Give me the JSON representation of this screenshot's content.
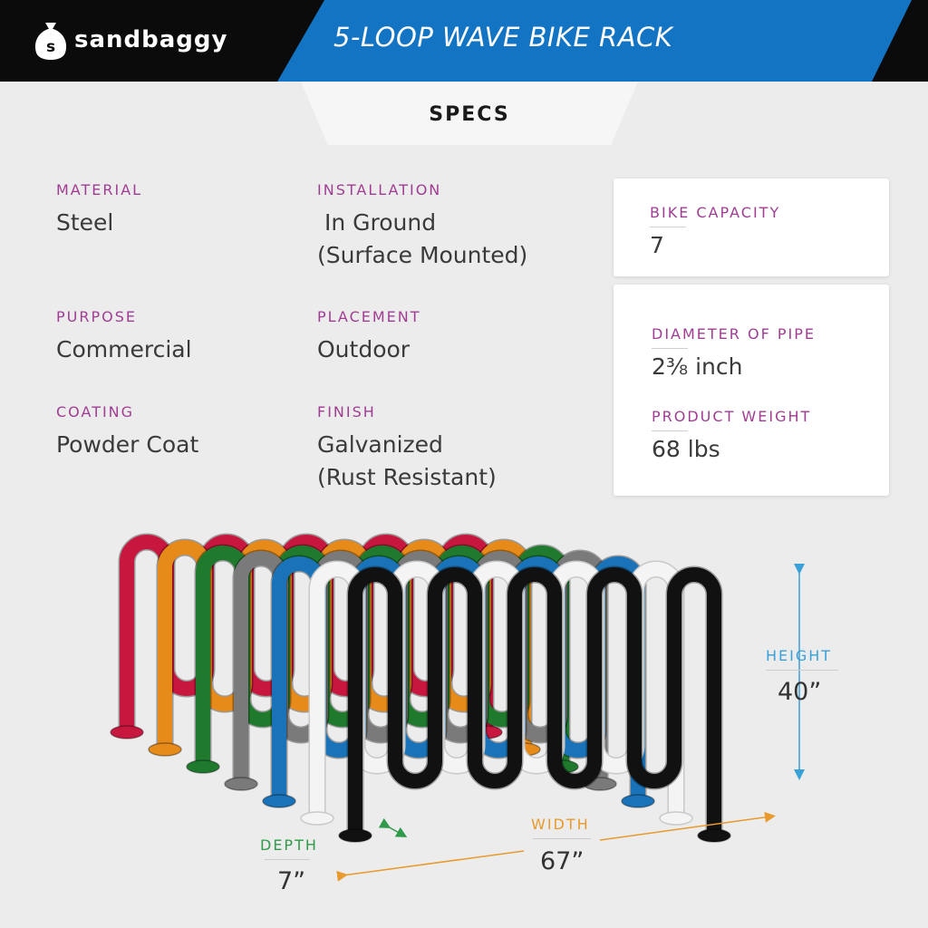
{
  "header": {
    "brand": "sandbaggy",
    "title": "5-LOOP WAVE BIKE RACK"
  },
  "section_title": "SPECS",
  "specs": {
    "material": {
      "label": "MATERIAL",
      "value": "Steel"
    },
    "installation": {
      "label": "INSTALLATION",
      "value_line1": " In Ground",
      "value_line2": "(Surface Mounted)"
    },
    "purpose": {
      "label": "PURPOSE",
      "value": "Commercial"
    },
    "placement": {
      "label": "PLACEMENT",
      "value": "Outdoor"
    },
    "coating": {
      "label": "COATING",
      "value": "Powder Coat"
    },
    "finish": {
      "label": "FINISH",
      "value_line1": "Galvanized",
      "value_line2": "(Rust Resistant)"
    },
    "bike_capacity": {
      "label": "BIKE CAPACITY",
      "value": "7"
    },
    "pipe_diameter": {
      "label": "DIAMETER OF PIPE",
      "value": "2⅜ inch"
    },
    "product_weight": {
      "label": "PRODUCT WEIGHT",
      "value": "68 lbs"
    }
  },
  "dimensions": {
    "height": {
      "label": "HEIGHT",
      "value": "40”"
    },
    "width": {
      "label": "WIDTH",
      "value": "67”"
    },
    "depth": {
      "label": "DEPTH",
      "value": "7”"
    }
  },
  "colors": {
    "header_blue": "#1474c4",
    "header_black": "#0b0b0b",
    "spec_label": "#a03d93",
    "height_accent": "#3aa0d8",
    "width_accent": "#e89a2c",
    "depth_accent": "#2e9a4a",
    "rack_colors": [
      "#c8173e",
      "#e68a1a",
      "#1f7a2e",
      "#7a7a7a",
      "#1a73b8",
      "#f4f4f4",
      "#111111"
    ]
  },
  "icons": {
    "logo": "money-bag-icon"
  }
}
